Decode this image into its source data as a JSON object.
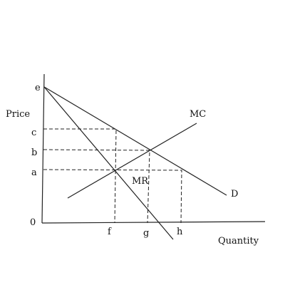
{
  "axes": {
    "y_label": "Price",
    "x_label": "Quantity",
    "origin_label": "0"
  },
  "price_labels": {
    "e": "e",
    "c": "c",
    "b": "b",
    "a": "a"
  },
  "quantity_labels": {
    "f": "f",
    "g": "g",
    "h": "h"
  },
  "curves": {
    "mc": "MC",
    "mr": "MR",
    "d": "D"
  },
  "colors": {
    "ink": "#222222",
    "background": "#ffffff"
  }
}
